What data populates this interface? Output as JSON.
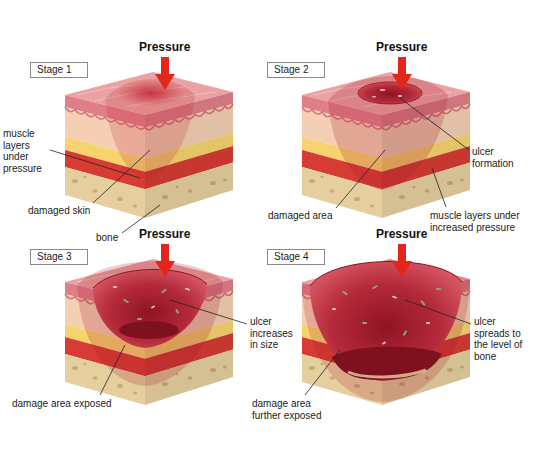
{
  "diagram": {
    "nodes": [
      {
        "text": [
          "Stage 1"
        ]
      },
      {
        "text": [
          "Stage 2"
        ]
      },
      {
        "text": [
          "Stage 3"
        ]
      },
      {
        "text": [
          "Stage 4"
        ]
      }
    ],
    "labels": [
      "Pressure",
      "muscle layers under pressure",
      "damaged skin",
      "bone",
      "Pressure",
      "ulcer formation",
      "damaged area",
      "muscle layers under increased pressure",
      "Pressure",
      "ulcer increases in size",
      "damage area exposed",
      "Pressure",
      "ulcer spreads to the level of bone",
      "damage area further exposed"
    ]
  }
}
